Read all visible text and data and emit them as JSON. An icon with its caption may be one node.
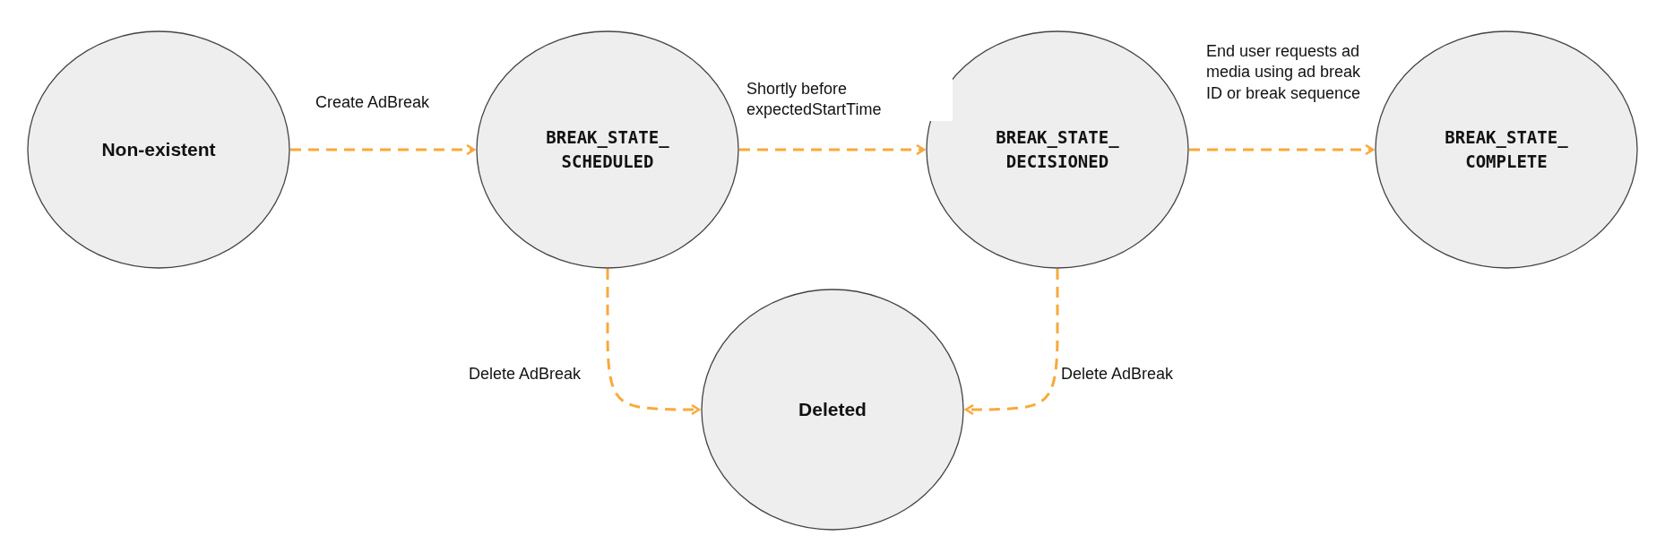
{
  "diagram": {
    "nodes": [
      {
        "text": [
          "Non-existent"
        ]
      },
      {
        "text": [
          "BREAK_STATE_ SCHEDULED"
        ]
      },
      {
        "text": [
          "BREAK_STATE_ DECISIONED"
        ]
      },
      {
        "text": [
          "BREAK_STATE_ COMPLETE"
        ]
      },
      {
        "text": [
          "Deleted"
        ]
      }
    ],
    "edges": [
      {
        "from": 0,
        "to": 1,
        "arrow": "to",
        "label": "Create AdBreak",
        "style": "dashed"
      },
      {
        "from": 1,
        "to": 2,
        "arrow": "to",
        "label": "Shortly before expectedStartTime",
        "style": "dashed"
      },
      {
        "from": 2,
        "to": 3,
        "arrow": "to",
        "label": "End user requests ad media using ad break ID or break sequence",
        "style": "dashed"
      },
      {
        "from": 1,
        "to": 4,
        "arrow": "to",
        "label": "Delete AdBreak",
        "style": "dashed"
      },
      {
        "from": 2,
        "to": 4,
        "arrow": "to",
        "label": "Delete AdBreak",
        "style": "dashed"
      }
    ]
  }
}
